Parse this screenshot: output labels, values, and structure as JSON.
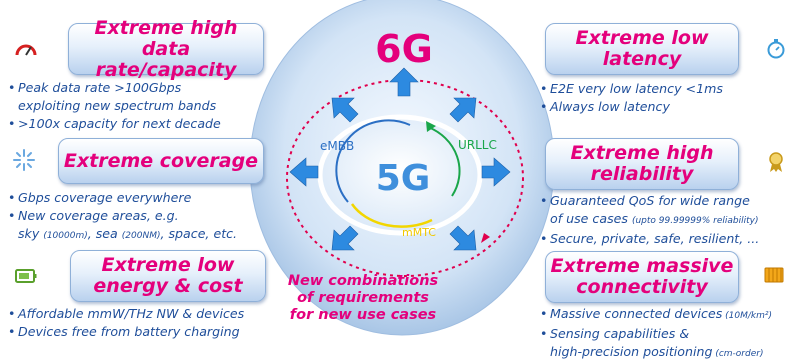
{
  "center": {
    "title_6g": "6G",
    "title_5g": "5G",
    "labels": {
      "embb": "eMBB",
      "urllc": "URLLC",
      "mmtc": "mMTC"
    },
    "caption": [
      "New combinations",
      "of requirements",
      "for new use cases"
    ]
  },
  "boxes": {
    "data_rate": {
      "title": [
        "Extreme high",
        "data rate/capacity"
      ],
      "bullets": [
        [
          "Peak data rate >100Gbps",
          "exploiting new spectrum bands"
        ],
        [
          ">100x capacity for next decade"
        ]
      ]
    },
    "coverage": {
      "title": [
        "Extreme coverage"
      ],
      "bullets": [
        [
          "Gbps coverage everywhere"
        ],
        [
          "New coverage areas, e.g."
        ]
      ],
      "extra_line": {
        "a": "sky ",
        "a_small": "(10000m)",
        "b": ", sea ",
        "b_small": "(200NM)",
        "c": ", space, etc."
      }
    },
    "energy": {
      "title": [
        "Extreme low",
        "energy & cost"
      ],
      "bullets": [
        [
          "Affordable mmW/THz NW & devices"
        ],
        [
          "Devices free from battery charging"
        ]
      ]
    },
    "latency": {
      "title": [
        "Extreme low",
        "latency"
      ],
      "bullets": [
        [
          "E2E very low latency <1ms"
        ],
        [
          "Always low latency"
        ]
      ]
    },
    "reliability": {
      "title": [
        "Extreme high",
        "reliability"
      ],
      "bullets": [
        [
          "Guaranteed QoS for wide range"
        ],
        [
          "Secure, private, safe, resilient, ..."
        ]
      ],
      "extra_line": {
        "a": "of use cases ",
        "a_small": "(upto 99.99999% reliability)"
      }
    },
    "connectivity": {
      "title": [
        "Extreme massive",
        "connectivity"
      ],
      "bullets": [
        [
          "Massive connected devices"
        ],
        [
          "Sensing capabilities &"
        ]
      ],
      "first_small": " (10M/km²)",
      "extra_line": {
        "a": "high-precision positioning",
        "a_small": " (cm-order)"
      }
    }
  },
  "icons": [
    "gauge-icon",
    "sparkle-icon",
    "battery-icon",
    "stopwatch-icon",
    "ribbon-award-icon",
    "chip-icon"
  ],
  "colors": {
    "title_magenta": "#e4007c",
    "bullet_blue": "#1f4e9a",
    "arrow_blue": "#2d8ae0",
    "center_blue": "#3f8fdc"
  }
}
